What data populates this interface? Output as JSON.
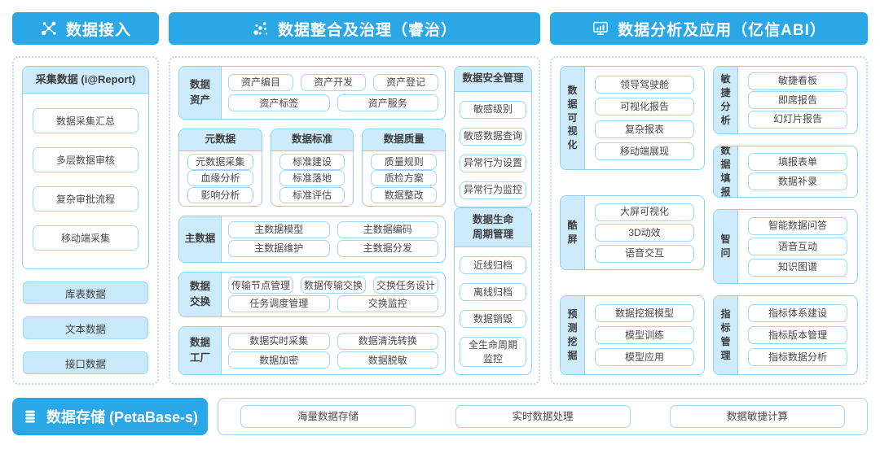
{
  "colors": {
    "header_blue": "#29a7e6",
    "panel_fill": "#cdebfb",
    "chip_fill": "#c7e9f8",
    "card_border": "#8fd2f2",
    "chip_border": "#9fd8f4",
    "text": "#4a4a4a"
  },
  "icons": {
    "access": "network-nodes-icon",
    "governance": "dot-cluster-icon",
    "analysis": "monitor-chart-icon",
    "storage": "database-icon"
  },
  "access": {
    "title": "数据接入",
    "report_card": {
      "title": "采集数据 (i@Report)",
      "items": [
        "数据采集汇总",
        "多层数据审核",
        "复杂审批流程",
        "移动端采集"
      ]
    },
    "sources": [
      "库表数据",
      "文本数据",
      "接口数据"
    ]
  },
  "governance": {
    "title": "数据整合及治理（睿治）",
    "asset": {
      "label": "数据\n资产",
      "row1": [
        "资产编目",
        "资产开发",
        "资产登记"
      ],
      "row2": [
        "资产标签",
        "资产服务"
      ]
    },
    "cards": [
      {
        "title": "元数据",
        "items": [
          "元数据采集",
          "血缘分析",
          "影响分析"
        ]
      },
      {
        "title": "数据标准",
        "items": [
          "标准建设",
          "标准落地",
          "标准评估"
        ]
      },
      {
        "title": "数据质量",
        "items": [
          "质量规则",
          "质检方案",
          "数据整改"
        ]
      }
    ],
    "master": {
      "label": "主数据",
      "row1": [
        "主数据模型",
        "主数据编码"
      ],
      "row2": [
        "主数据维护",
        "主数据分发"
      ]
    },
    "exchange": {
      "label": "数据\n交换",
      "row1": [
        "传输节点管理",
        "数据传输交换",
        "交换任务设计"
      ],
      "row2": [
        "任务调度管理",
        "交换监控"
      ]
    },
    "factory": {
      "label": "数据\n工厂",
      "row1": [
        "数据实时采集",
        "数据清洗转换"
      ],
      "row2": [
        "数据加密",
        "数据脱敏"
      ]
    },
    "security": {
      "title": "数据安全管理",
      "items": [
        "敏感级别",
        "敏感数据查询",
        "异常行为设置",
        "异常行为监控"
      ]
    },
    "lifecycle": {
      "title": "数据生命\n周期管理",
      "items": [
        "近线归档",
        "离线归档",
        "数据销毁",
        "全生命周期\n监控"
      ]
    }
  },
  "analysis": {
    "title": "数据分析及应用（亿信ABI）",
    "left_cards": [
      {
        "label": "数据可视化",
        "items": [
          "领导驾驶舱",
          "可视化报告",
          "复杂报表",
          "移动端展现"
        ]
      },
      {
        "label": "酷屏",
        "items": [
          "大屏可视化",
          "3D动效",
          "语音交互"
        ]
      },
      {
        "label": "预测挖掘",
        "items": [
          "数据挖掘模型",
          "模型训练",
          "模型应用"
        ]
      }
    ],
    "right_cards": [
      {
        "label": "敏捷分析",
        "items": [
          "敏捷看板",
          "即席报告",
          "幻灯片报告"
        ]
      },
      {
        "label": "数据填报",
        "items": [
          "填报表单",
          "数据补录"
        ]
      },
      {
        "label": "智问",
        "items": [
          "智能数据问答",
          "语音互动",
          "知识图谱"
        ]
      },
      {
        "label": "指标管理",
        "items": [
          "指标体系建设",
          "指标版本管理",
          "指标数据分析"
        ]
      }
    ]
  },
  "storage": {
    "title": "数据存储 (PetaBase-s)",
    "items": [
      "海量数据存储",
      "实时数据处理",
      "数据敏捷计算"
    ]
  }
}
